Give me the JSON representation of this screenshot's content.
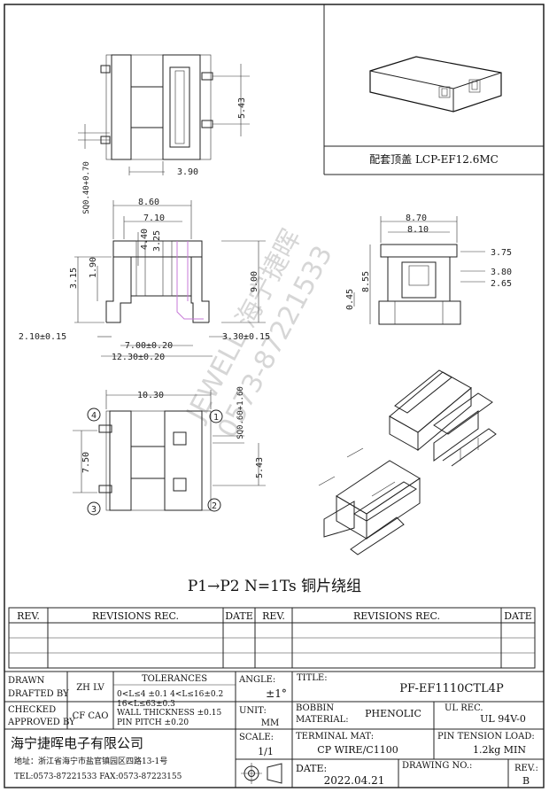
{
  "accessory_caption": "配套顶盖 LCP-EF12.6MC",
  "winding_note": "P1→P2 N=1Ts 铜片绕组",
  "watermark": {
    "brand": "JEWELL 海宁捷晖",
    "phone": "0573-87221533"
  },
  "dimensions": {
    "top_view": {
      "d543": "5.43",
      "d390": "3.90",
      "pin_sq": "SQ0.40+0.70"
    },
    "front_view": {
      "d860": "8.60",
      "d710": "7.10",
      "d440": "4.40",
      "d325": "3.25",
      "d315": "3.15",
      "d190": "1.90",
      "d900": "9.00",
      "d210": "2.10±0.15",
      "d700": "7.00±0.20",
      "d330": "3.30±0.15",
      "d1230": "12.30±0.20"
    },
    "side_view": {
      "d870": "8.70",
      "d810": "8.10",
      "d375": "3.75",
      "d380": "3.80",
      "d265": "2.65",
      "d045": "0.45",
      "d855": "8.55"
    },
    "bottom_view": {
      "d1030": "10.30",
      "d750": "7.50",
      "d543": "5.43",
      "pin_sq": "SQ0.60+1.60",
      "pins": [
        "1",
        "2",
        "3",
        "4"
      ]
    }
  },
  "title_block": {
    "revisions_header": {
      "rev": "REV.",
      "revisions": "REVISIONS  REC.",
      "date": "DATE",
      "rev2": "REV.",
      "revisions2": "REVISIONS  REC.",
      "date2": "DATE"
    },
    "drawn_label": "DRAWN",
    "drafted_label": "DRAFTED BY",
    "drafted_value": "ZH LV",
    "checked_label": "CHECKED",
    "approved_label": "APPROVED BY",
    "approved_value": "CF CAO",
    "tolerances_label": "TOLERANCES",
    "tol_line1": "0<L≤4 ±0.1 4<L≤16±0.2",
    "tol_line2": "16<L≤63±0.3",
    "tol_line3": "WALL THICKNESS ±0.15",
    "tol_line4": "PIN PITCH ±0.20",
    "angle_label": "ANGLE:",
    "angle_value": "±1°",
    "unit_label": "UNIT:",
    "unit_value": "MM",
    "scale_label": "SCALE:",
    "scale_value": "1/1",
    "title_label": "TITLE:",
    "title_value": "PF-EF1110CTL4P",
    "bobbin_label": "BOBBIN",
    "material_label": "MATERIAL:",
    "material_value": "PHENOLIC",
    "ul_label": "UL REC.",
    "ul_value": "UL 94V-0",
    "terminal_label": "TERMINAL MAT:",
    "terminal_value": "CP WIRE/C1100",
    "pin_tension_label": "PIN TENSION LOAD:",
    "pin_tension_value": "1.2kg MIN",
    "date_label": "DATE:",
    "date_value": "2022.04.21",
    "drawing_no_label": "DRAWING NO.:",
    "rev_label": "REV.:",
    "rev_value": "B",
    "company_name": "海宁捷晖电子有限公司",
    "address": "地址：浙江省海宁市盐官镇园区四路13-1号",
    "contact": "TEL:0573-87221533 FAX:0573-87223155"
  }
}
